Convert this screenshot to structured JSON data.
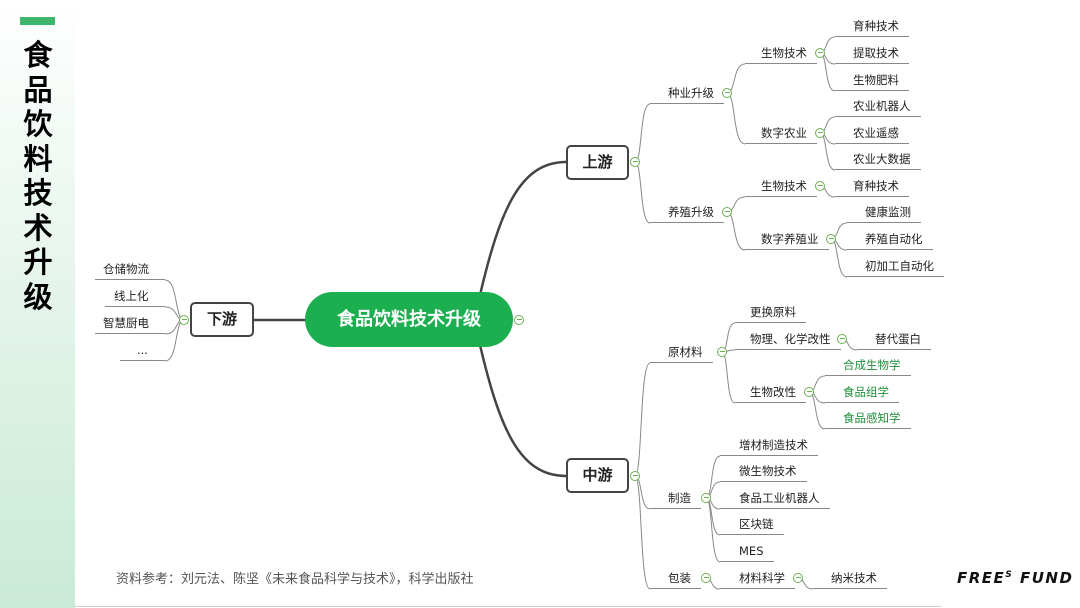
{
  "title": "食品饮料技术升级",
  "center": "食品饮料技术升级",
  "upstream": {
    "label": "上游",
    "seed": {
      "label": "种业升级",
      "bio": {
        "label": "生物技术",
        "items": [
          "育种技术",
          "提取技术",
          "生物肥料"
        ]
      },
      "digital": {
        "label": "数字农业",
        "items": [
          "农业机器人",
          "农业遥感",
          "农业大数据"
        ]
      }
    },
    "breed": {
      "label": "养殖升级",
      "bio": {
        "label": "生物技术",
        "items": [
          "育种技术"
        ]
      },
      "digital": {
        "label": "数字养殖业",
        "items": [
          "健康监测",
          "养殖自动化",
          "初加工自动化"
        ]
      }
    }
  },
  "midstream": {
    "label": "中游",
    "raw": {
      "label": "原材料",
      "replace": "更换原料",
      "chem": {
        "label": "物理、化学改性",
        "items": [
          "替代蛋白"
        ]
      },
      "bio": {
        "label": "生物改性",
        "items": [
          "合成生物学",
          "食品组学",
          "食品感知学"
        ]
      }
    },
    "mfg": {
      "label": "制造",
      "items": [
        "增材制造技术",
        "微生物技术",
        "食品工业机器人",
        "区块链",
        "MES"
      ]
    },
    "pack": {
      "label": "包装",
      "mat": {
        "label": "材料科学",
        "items": [
          "纳米技术"
        ]
      }
    }
  },
  "downstream": {
    "label": "下游",
    "items": [
      "仓储物流",
      "线上化",
      "智慧厨电",
      "..."
    ]
  },
  "footer": "资料参考：刘元法、陈坚《未来食品科学与技术》，科学出版社",
  "logo": {
    "main": "FREE",
    "sup": "S",
    "tail": " FUND"
  },
  "colors": {
    "accent": "#1caf4f",
    "highlight": "#1f8f3a"
  }
}
